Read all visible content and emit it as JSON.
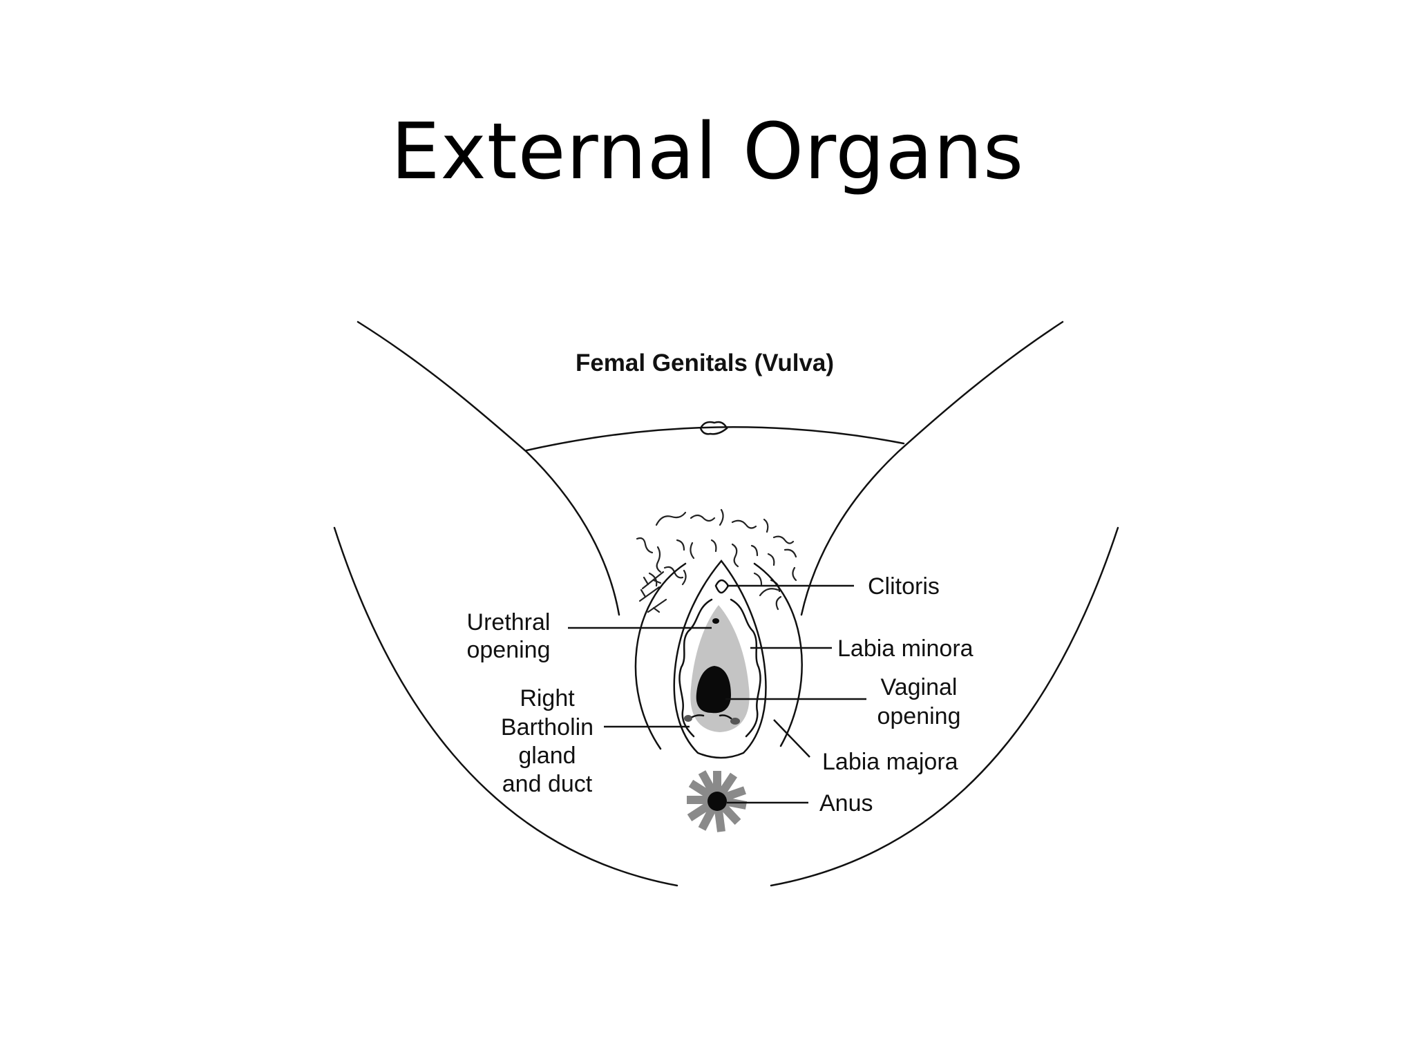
{
  "slide": {
    "title": "External Organs"
  },
  "diagram": {
    "title": "Femal Genitals (Vulva)",
    "labels": {
      "clitoris": "Clitoris",
      "urethral_1": "Urethral",
      "urethral_2": "opening",
      "labia_minora": "Labia minora",
      "vaginal_1": "Vaginal",
      "vaginal_2": "opening",
      "bartholin_1": "Right",
      "bartholin_2": "Bartholin",
      "bartholin_3": "gland",
      "bartholin_4": "and duct",
      "labia_majora": "Labia majora",
      "anus": "Anus"
    },
    "colors": {
      "line": "#111111",
      "tissue": "#c4c4c4",
      "opening": "#0a0a0a",
      "anus_rays": "#8a8a8a"
    }
  }
}
